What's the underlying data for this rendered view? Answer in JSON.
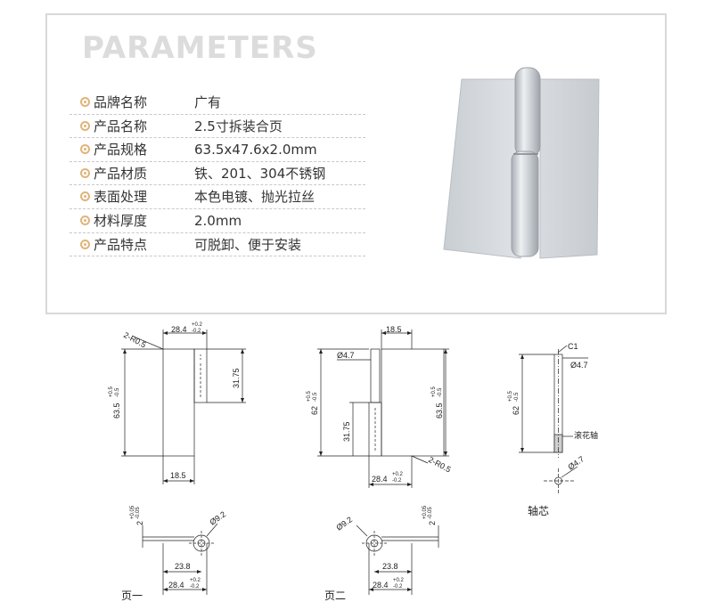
{
  "heading": "PARAMETERS",
  "params": [
    {
      "label": "品牌名称",
      "value": "广有"
    },
    {
      "label": "产品名称",
      "value": "2.5寸拆装合页"
    },
    {
      "label": "产品规格",
      "value": "63.5x47.6x2.0mm"
    },
    {
      "label": "产品材质",
      "value": "铁、201、304不锈钢"
    },
    {
      "label": "表面处理",
      "value": "本色电镀、抛光拉丝"
    },
    {
      "label": "材料厚度",
      "value": "2.0mm"
    },
    {
      "label": "产品特点",
      "value": "可脱卸、便于安装"
    }
  ],
  "drawing": {
    "w_main": "28.4",
    "tol_plus": "+0.2",
    "tol_minus": "-0.2",
    "h_63_5": "63.5",
    "h_62": "62",
    "tol_h_plus": "+0.5",
    "tol_h_minus": "-0.5",
    "radius": "2-R0.5",
    "knuckle_len": "31.75",
    "leaf_w": "18.5",
    "pin_d": "Ø4.7",
    "bend_d": "Ø9.2",
    "thk": "2",
    "thk_plus": "+0.05",
    "thk_minus": "-0.05",
    "w_23_8": "23.8",
    "chamfer": "C1",
    "roller": "滚花轴",
    "cap_leaf1": "页一",
    "cap_leaf2": "页二",
    "cap_pin": "轴芯"
  }
}
